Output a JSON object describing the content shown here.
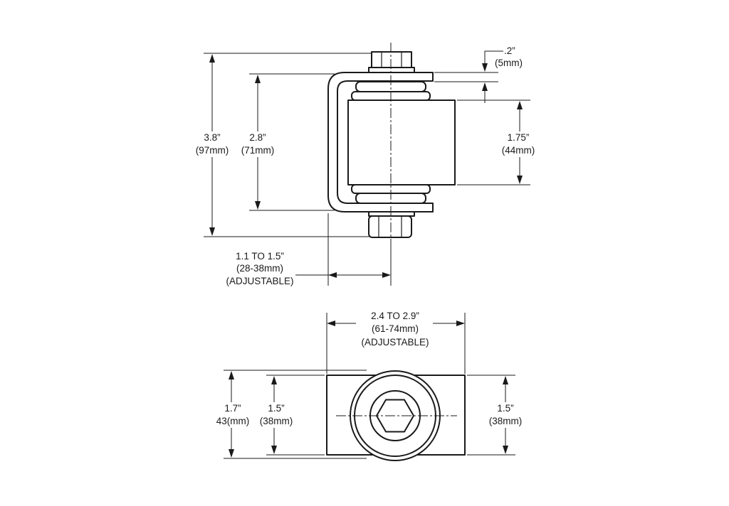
{
  "side_view": {
    "overall_height": {
      "in": "3.8”",
      "mm": "(97mm)"
    },
    "bracket_height": {
      "in": "2.8”",
      "mm": "(71mm)"
    },
    "washer_thickness": {
      "in": ".2”",
      "mm": "(5mm)"
    },
    "barrel_height": {
      "in": "1.75”",
      "mm": "(44mm)"
    },
    "offset": {
      "in": "1.1 TO 1.5”",
      "mm": "(28-38mm)",
      "note": "(ADJUSTABLE)"
    }
  },
  "top_view": {
    "overall_length": {
      "in": "2.4 TO 2.9”",
      "mm": "(61-74mm)",
      "note": "(ADJUSTABLE)"
    },
    "overall_width": {
      "in": "1.7”",
      "mm": "43(mm)"
    },
    "bracket_width": {
      "in": "1.5”",
      "mm": "(38mm)"
    },
    "plate_width": {
      "in": "1.5”",
      "mm": "(38mm)"
    }
  }
}
